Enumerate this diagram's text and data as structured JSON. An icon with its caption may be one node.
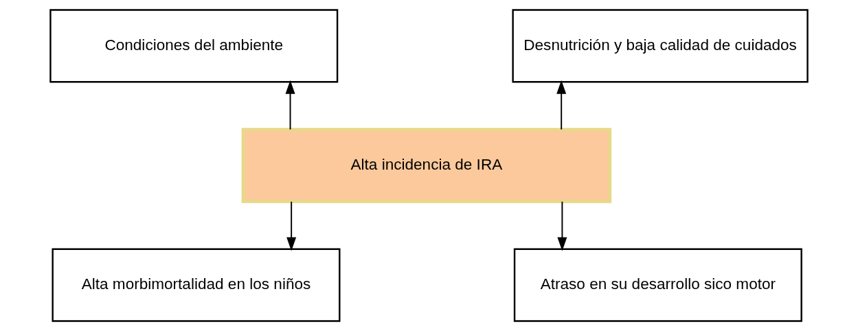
{
  "diagram": {
    "nodes": [
      {
        "text": [
          "Condiciones del ambiente"
        ]
      },
      {
        "text": [
          "Desnutrición y baja calidad de cuidados"
        ]
      },
      {
        "text": [
          "Alta incidencia de IRA"
        ]
      },
      {
        "text": [
          "Alta morbimortalidad en los niños"
        ]
      },
      {
        "text": [
          "Atraso en su desarrollo sico motor"
        ]
      }
    ],
    "edges": [
      {
        "from": 2,
        "to": 0,
        "arrow": "to"
      },
      {
        "from": 2,
        "to": 1,
        "arrow": "to"
      },
      {
        "from": 2,
        "to": 3,
        "arrow": "to"
      },
      {
        "from": 2,
        "to": 4,
        "arrow": "to"
      }
    ]
  }
}
